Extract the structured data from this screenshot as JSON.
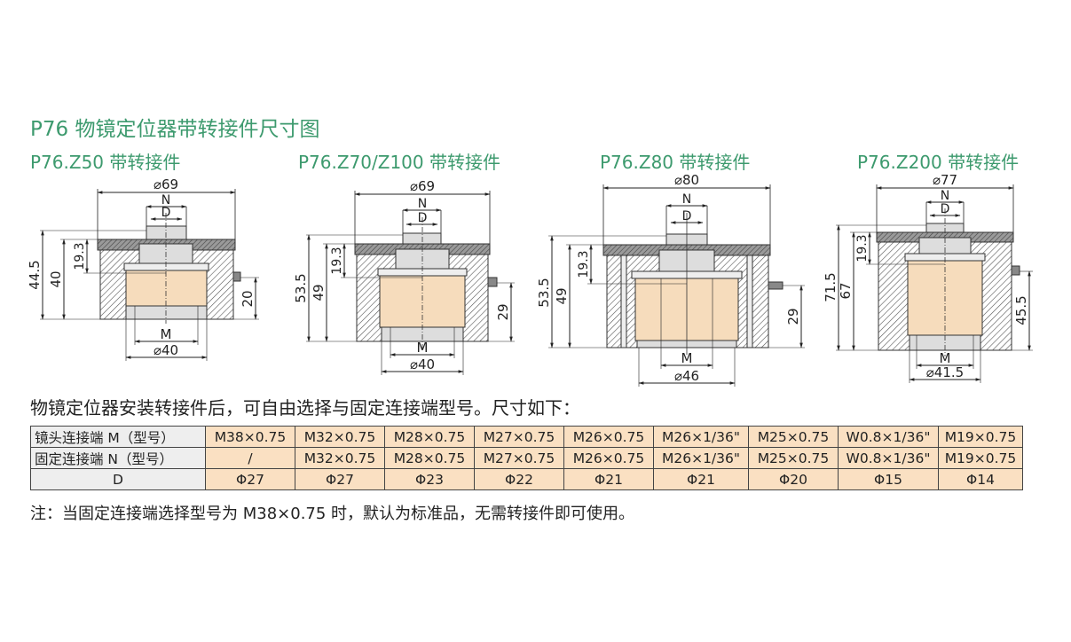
{
  "title": "P76 物镜定位器带转接件尺寸图",
  "diagrams": [
    {
      "label": "P76.Z50 带转接件",
      "outer_dia": "⌀69",
      "n": "N",
      "d": "D",
      "m": "M",
      "bottom_dia": "⌀40",
      "h_total": "44.5",
      "h_body": "40",
      "h_top": "19.3",
      "h_side": "20"
    },
    {
      "label": "P76.Z70/Z100 带转接件",
      "outer_dia": "⌀69",
      "n": "N",
      "d": "D",
      "m": "M",
      "bottom_dia": "⌀40",
      "h_total": "53.5",
      "h_body": "49",
      "h_top": "19.3",
      "h_side": "29"
    },
    {
      "label": "P76.Z80 带转接件",
      "outer_dia": "⌀80",
      "n": "N",
      "d": "D",
      "m": "M",
      "bottom_dia": "⌀46",
      "h_total": "53.5",
      "h_body": "49",
      "h_top": "19.3",
      "h_side": "29"
    },
    {
      "label": "P76.Z200 带转接件",
      "outer_dia": "⌀77",
      "n": "N",
      "d": "D",
      "m": "M",
      "bottom_dia": "⌀41.5",
      "h_total": "71.5",
      "h_body": "67",
      "h_top": "19.3",
      "h_side": "45.5"
    }
  ],
  "intro": "物镜定位器安装转接件后，可自由选择与固定连接端型号。尺寸如下：",
  "table": {
    "rows": [
      {
        "header": "镜头连接端 M（型号）",
        "cells": [
          "M38×0.75",
          "M32×0.75",
          "M28×0.75",
          "M27×0.75",
          "M26×0.75",
          "M26×1/36\"",
          "M25×0.75",
          "W0.8×1/36\"",
          "M19×0.75"
        ]
      },
      {
        "header": "固定连接端 N（型号）",
        "cells": [
          "/",
          "M32×0.75",
          "M28×0.75",
          "M27×0.75",
          "M26×0.75",
          "M26×1/36\"",
          "M25×0.75",
          "W0.8×1/36\"",
          "M19×0.75"
        ]
      },
      {
        "header": "D",
        "cells": [
          "Φ27",
          "Φ27",
          "Φ23",
          "Φ22",
          "Φ21",
          "Φ21",
          "Φ20",
          "Φ15",
          "Φ14"
        ]
      }
    ]
  },
  "note": "注：当固定连接端选择型号为 M38×0.75 时，默认为标准品，无需转接件即可使用。",
  "colors": {
    "accent": "#3d9a6e",
    "table_fill": "#fae0c2",
    "header_fill": "#eeeeee",
    "insert_fill": "#f6dcbc"
  }
}
